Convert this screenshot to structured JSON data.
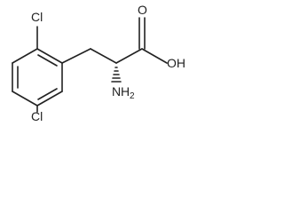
{
  "molecule": {
    "atoms": {
      "cl_top": "Cl",
      "cl_bottom": "Cl",
      "hydroxyl": "OH",
      "carbonyl_oxygen": "O",
      "amine_n": "N",
      "amine_h": "H",
      "amine_sub": "2"
    }
  }
}
